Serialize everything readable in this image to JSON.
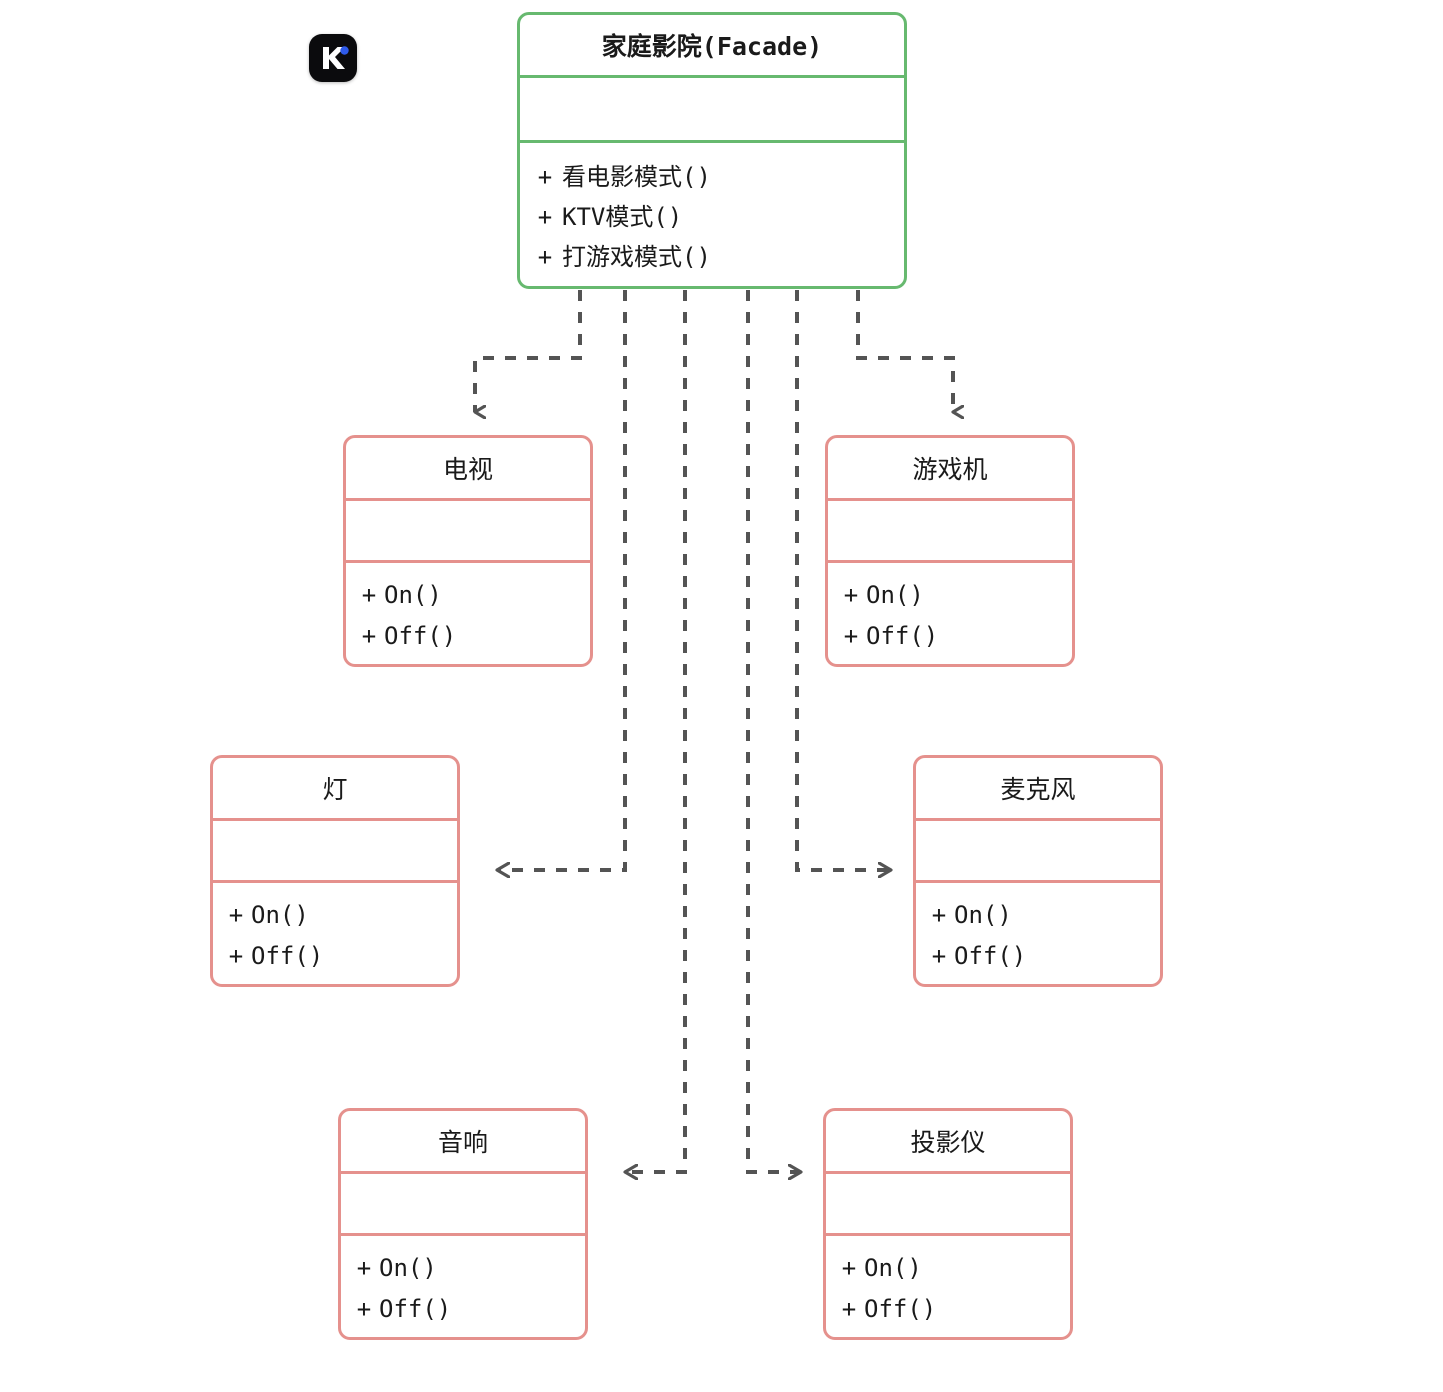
{
  "diagram": {
    "type": "uml-class-diagram",
    "pattern": "Facade",
    "background_color": "#ffffff",
    "facade_color": "#67b96f",
    "subsystem_color": "#e5918d",
    "connector_color": "#545454",
    "connector_style": "dashed-dependency-arrow"
  },
  "logo": {
    "name": "k-logo-icon",
    "glyph": "K",
    "background_color": "#0b0b0d",
    "glyph_color": "#ffffff",
    "dot_color": "#2f5bea"
  },
  "facade": {
    "name": "家庭影院(Facade)",
    "attributes": [],
    "operations": [
      {
        "visibility": "+",
        "label": "看电影模式()"
      },
      {
        "visibility": "+",
        "label": "KTV模式()"
      },
      {
        "visibility": "+",
        "label": "打游戏模式()"
      }
    ]
  },
  "subsystems": [
    {
      "id": "tv",
      "name": "电视",
      "attributes": [],
      "operations": [
        {
          "visibility": "+",
          "label": "On()"
        },
        {
          "visibility": "+",
          "label": "Off()"
        }
      ]
    },
    {
      "id": "console",
      "name": "游戏机",
      "attributes": [],
      "operations": [
        {
          "visibility": "+",
          "label": "On()"
        },
        {
          "visibility": "+",
          "label": "Off()"
        }
      ]
    },
    {
      "id": "light",
      "name": "灯",
      "attributes": [],
      "operations": [
        {
          "visibility": "+",
          "label": "On()"
        },
        {
          "visibility": "+",
          "label": "Off()"
        }
      ]
    },
    {
      "id": "mic",
      "name": "麦克风",
      "attributes": [],
      "operations": [
        {
          "visibility": "+",
          "label": "On()"
        },
        {
          "visibility": "+",
          "label": "Off()"
        }
      ]
    },
    {
      "id": "speaker",
      "name": "音响",
      "attributes": [],
      "operations": [
        {
          "visibility": "+",
          "label": "On()"
        },
        {
          "visibility": "+",
          "label": "Off()"
        }
      ]
    },
    {
      "id": "projector",
      "name": "投影仪",
      "attributes": [],
      "operations": [
        {
          "visibility": "+",
          "label": "On()"
        },
        {
          "visibility": "+",
          "label": "Off()"
        }
      ]
    }
  ],
  "connections": [
    {
      "from": "家庭影院(Facade)",
      "to": "电视",
      "arrow": "down"
    },
    {
      "from": "家庭影院(Facade)",
      "to": "灯",
      "arrow": "left"
    },
    {
      "from": "家庭影院(Facade)",
      "to": "音响",
      "arrow": "left"
    },
    {
      "from": "家庭影院(Facade)",
      "to": "投影仪",
      "arrow": "right"
    },
    {
      "from": "家庭影院(Facade)",
      "to": "麦克风",
      "arrow": "right"
    },
    {
      "from": "家庭影院(Facade)",
      "to": "游戏机",
      "arrow": "down"
    }
  ]
}
